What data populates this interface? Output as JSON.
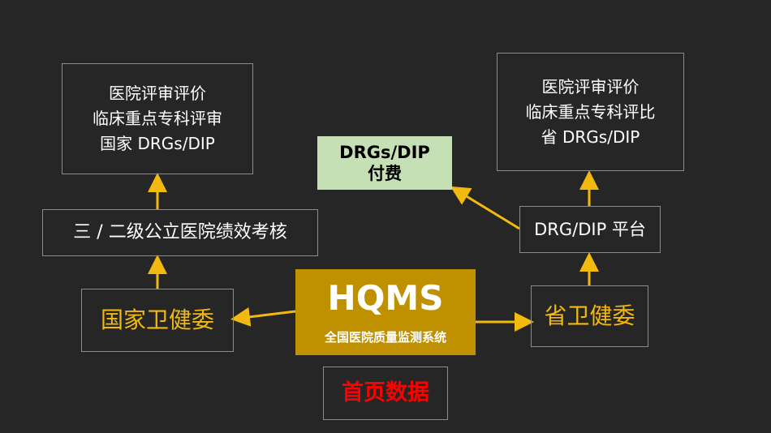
{
  "colors": {
    "background": "#262626",
    "box_border": "#8c8c8c",
    "text_white": "#ffffff",
    "accent_orange": "#f2b90f",
    "arrow": "#f2b90f",
    "hqms_fill": "#bf9000",
    "drgs_fill": "#c5e0b4",
    "homepage_text": "#ff0000"
  },
  "left_top_box": {
    "lines": [
      "医院评审评价",
      "临床重点专科评审",
      "国家 DRGs/DIP"
    ]
  },
  "left_mid_box": {
    "label": "三 / 二级公立医院绩效考核"
  },
  "left_bottom_box": {
    "label": "国家卫健委"
  },
  "center_box": {
    "title": "HQMS",
    "subtitle": "全国医院质量监测系统"
  },
  "center_bottom_box": {
    "label": "首页数据"
  },
  "drgs_box": {
    "line1": "DRGs/DIP",
    "line2": "付费"
  },
  "right_top_box": {
    "lines": [
      "医院评审评价",
      "临床重点专科评比",
      "省 DRGs/DIP"
    ]
  },
  "right_mid_box": {
    "label": "DRG/DIP 平台"
  },
  "right_bottom_box": {
    "label": "省卫健委"
  },
  "edges": [
    {
      "from": "center_box",
      "to": "left_bottom_box"
    },
    {
      "from": "center_box",
      "to": "right_bottom_box"
    },
    {
      "from": "left_bottom_box",
      "to": "left_mid_box"
    },
    {
      "from": "left_mid_box",
      "to": "left_top_box"
    },
    {
      "from": "right_bottom_box",
      "to": "right_mid_box"
    },
    {
      "from": "right_mid_box",
      "to": "right_top_box"
    },
    {
      "from": "right_mid_box",
      "to": "drgs_box"
    }
  ]
}
